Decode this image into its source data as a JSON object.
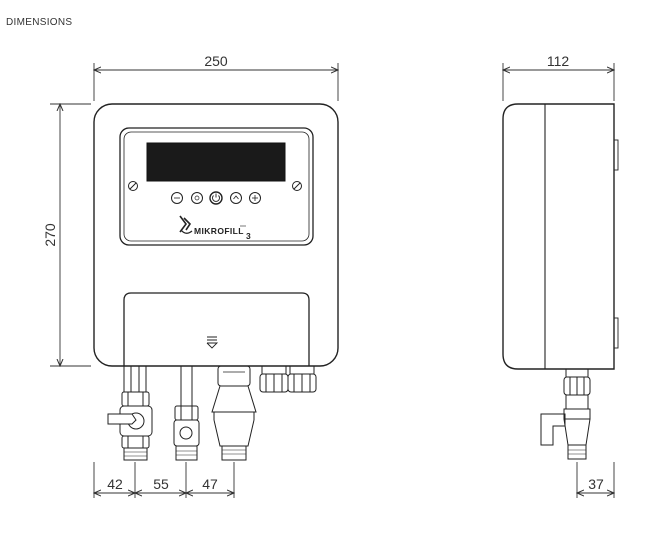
{
  "heading": "DIMENSIONS",
  "dimensions": {
    "front_width": "250",
    "front_height": "270",
    "side_depth": "112",
    "pipe_spacing_1": "42",
    "pipe_spacing_2": "55",
    "pipe_spacing_3": "47",
    "side_pipe_offset": "37"
  },
  "logo": {
    "text": "MIKROFILL",
    "superscript": "3"
  },
  "control_panel": {
    "buttons": [
      "button-1",
      "button-2",
      "power-button",
      "button-4",
      "button-5"
    ]
  }
}
